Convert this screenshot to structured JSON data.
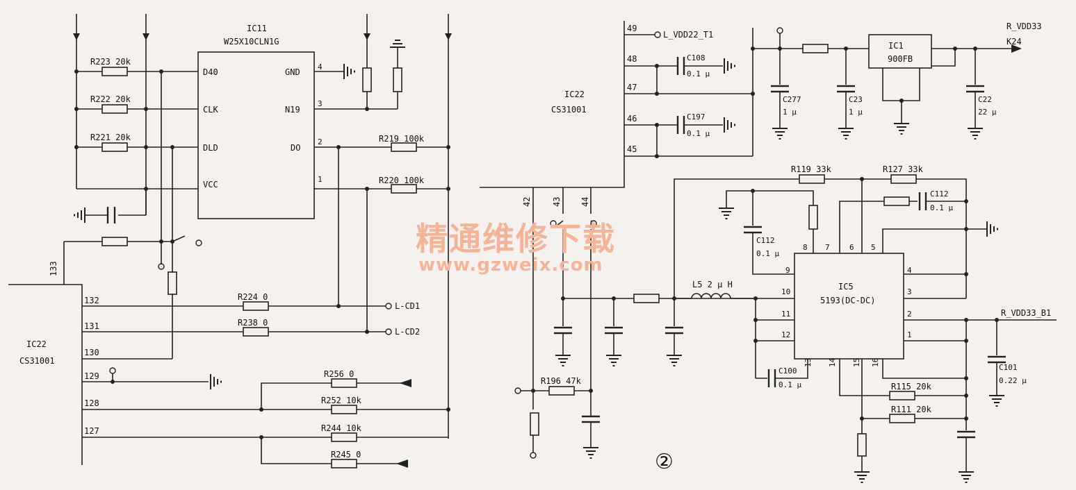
{
  "chips": {
    "ic11": {
      "name": "IC11",
      "part": "W25X10CLN1G",
      "pins_left": [
        "D40",
        "CLK",
        "DLD",
        "VCC"
      ],
      "pins_right": [
        "GND",
        "N19",
        "DO"
      ],
      "pin_numbers": [
        "4",
        "3",
        "2",
        "1"
      ]
    },
    "ic22_top": {
      "name": "IC22",
      "part": "CS31001",
      "pins_right": [
        "49",
        "48",
        "47",
        "46",
        "45"
      ],
      "pins_bottom": [
        "42",
        "43",
        "44"
      ]
    },
    "ic22_left": {
      "name": "IC22",
      "part": "CS31001",
      "pin_top": "133",
      "pins": [
        "132",
        "131",
        "130",
        "129",
        "128",
        "127"
      ]
    },
    "ic1": {
      "name": "IC1",
      "part": "900FB"
    },
    "ic5": {
      "name": "IC5",
      "part": "5193(DC-DC)",
      "pins_top": [
        "8",
        "7",
        "6",
        "5"
      ],
      "pins_left": [
        "9",
        "10",
        "11",
        "12",
        "13"
      ],
      "pins_right": [
        "4",
        "3",
        "2",
        "1"
      ],
      "pins_bottom": [
        "14",
        "15",
        "16"
      ]
    }
  },
  "resistors": {
    "r223": "R223 20k",
    "r222": "R222 20k",
    "r221": "R221 20k",
    "r219": "R219 100k",
    "r220": "R220 100k",
    "r224": "R224 0",
    "r238": "R238 0",
    "r256": "R256 0",
    "r252": "R252 10k",
    "r244": "R244 10k",
    "r245": "R245 0",
    "r196": "R196 47k",
    "r119": "R119 33k",
    "r127": "R127 33k",
    "r115": "R115 20k",
    "r111": "R111 20k"
  },
  "capacitors": {
    "c108": [
      "C108",
      "0.1 μ"
    ],
    "c197": [
      "C197",
      "0.1 μ"
    ],
    "c277": [
      "C277",
      "1 μ"
    ],
    "c23": [
      "C23",
      "1 μ"
    ],
    "c22": [
      "C22",
      "22 μ"
    ],
    "c112a": [
      "C112",
      "0.1 μ"
    ],
    "c112b": [
      "C112",
      "0.1 μ"
    ],
    "c100": [
      "C100",
      "0.1 μ"
    ],
    "c101": [
      "C101",
      "0.22 μ"
    ]
  },
  "inductor": "L5 2 μ H",
  "nets": {
    "l_vdd22": "L_VDD22_T1",
    "r_vdd33": "R_VDD33",
    "k24": "K24",
    "r_vdd33_b1": "R_VDD33_B1",
    "l_cd1": "L-CD1",
    "l_cd2": "L-CD2"
  },
  "watermark": {
    "title": "精通维修下载",
    "url": "www.gzweix.com"
  },
  "figure_number": "②"
}
